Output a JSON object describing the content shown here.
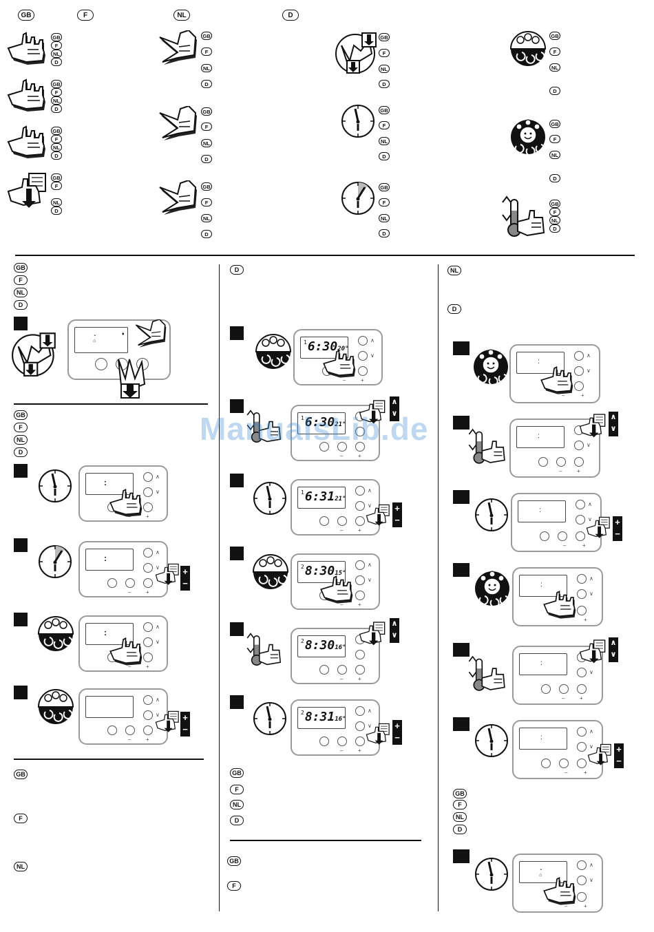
{
  "header_languages": [
    "GB",
    "F",
    "NL",
    "D"
  ],
  "badge": {
    "gb": "GB",
    "f": "F",
    "nl": "NL",
    "d": "D"
  },
  "symbols": {
    "minus": "–",
    "plus": "+",
    "up": "∧",
    "down": "∨",
    "plus_sign": "+",
    "minus_sign": "−"
  },
  "watermark": "ManualsLib.de",
  "displays": {
    "d1": {
      "day": "1",
      "time": "6:30",
      "temp": "20",
      "unit": "°"
    },
    "d2": {
      "day": "1",
      "time": "6:30",
      "temp": "21",
      "unit": "°"
    },
    "d3": {
      "day": "1",
      "time": "6:31",
      "temp": "21",
      "unit": "°"
    },
    "d4": {
      "day": "2",
      "time": "8:30",
      "temp": "15",
      "unit": "°"
    },
    "d5": {
      "day": "2",
      "time": "8:30",
      "temp": "16",
      "unit": "°"
    },
    "d6": {
      "day": "2",
      "time": "8:31",
      "temp": "16",
      "unit": "°"
    }
  }
}
